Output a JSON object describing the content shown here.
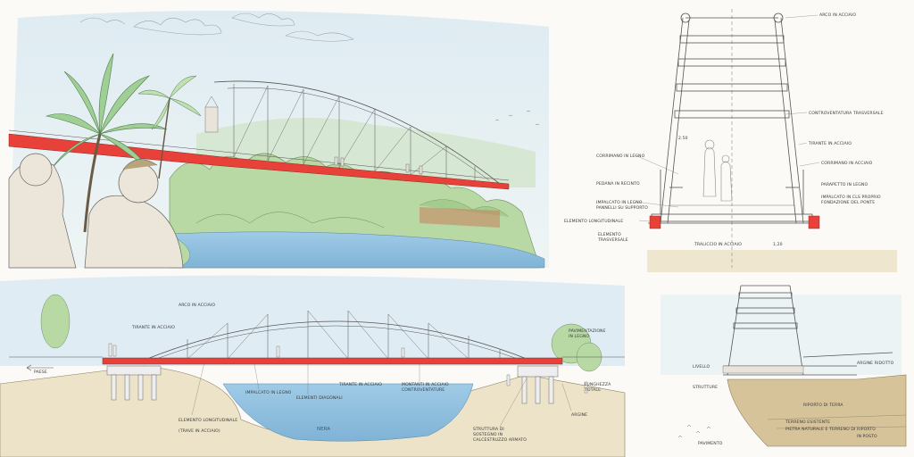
{
  "labels": {
    "perspective": {},
    "section": {
      "arco_acciaio": "ARCO IN ACCIAIO",
      "controventatura": "CONTROVENTATURA TRASVERSALE",
      "tirante": "TIRANTE IN ACCIAIO",
      "corrimano": "CORRIMANO IN LEGNO",
      "corrimano_acciaio": "CORRIMANO IN ACCIAIO",
      "parapetto": "PARAPETTO IN LEGNO",
      "pedana_rec": "PEDANA IN RECINTO",
      "impalcato": "IMPALCATO IN LEGNO",
      "impalcato_note": "PANNELLI SU SUPPORTO",
      "elemento_long": "ELEMENTO LONGITUDINALE",
      "elemento_trasv_1": "ELEMENTO",
      "elemento_trasv_2": "TRASVERSALE",
      "traliccio": "TRALICCIO IN ACCIAIO",
      "cordolo": "IMPALCATO IN CLS PROPRIO",
      "cordolo_note": "FONDAZIONE DEL PONTE",
      "misura": "2.50",
      "quota": "1,20"
    },
    "elevation": {
      "arco": "ARCO IN ACCIAIO",
      "tirante": "TIRANTE IN ACCIAIO",
      "paese": "PAESE",
      "esistente": "ELEMENTO LONGITUDINALE",
      "esistente_note": "(TRAVE IN ACCIAIO)",
      "impalcato": "IMPALCATO IN LEGNO",
      "diagonali": "ELEMENTI DIAGONALI",
      "tirante_acc": "TIRANTE IN ACCIAIO",
      "fiume": "NERA",
      "montanti": "MONTANTI IN ACCIAIO",
      "controventi": "CONTROVENTATURE",
      "sostegno_1": "STRUTTURA DI",
      "sostegno_2": "SOSTEGNO IN",
      "sostegno_3": "CALCESTRUZZO ARMATO",
      "lunghezza": "LUNGHEZZA",
      "lunghezza_2": "TOTALE",
      "argine": "ARGINE",
      "pavimentazione": "PAVIMENTAZIONE",
      "pavimentazione_2": "IN LEGNO"
    },
    "detail": {
      "livello": "LIVELLO",
      "strutture": "STRUTTURE",
      "argine_ridotto": "ARGINE RIDOTTO",
      "riporto": "RIPORTO DI TERRA",
      "terreno": "TERRENO ESISTENTE",
      "terreno_2": "PIETRA NATURALE E TERRENO DI RIPORTO",
      "terreno_3": "IN POSTO",
      "pavimento": "PAVIMENTO"
    }
  },
  "colors": {
    "deck_red": "#e8413a",
    "sky": "#cfe3ef",
    "water": "#8fc0df",
    "foliage": "#a9cf94",
    "earth": "#c9b489",
    "ink": "#4a4a4a"
  },
  "icons": [
    "bird-icon"
  ]
}
